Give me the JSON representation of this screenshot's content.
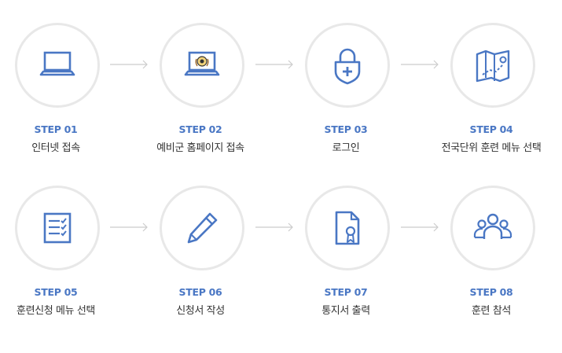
{
  "accent_color": "#4a77c4",
  "steps": [
    {
      "num": "STEP 01",
      "label": "인터넷 접속",
      "icon": "laptop-icon"
    },
    {
      "num": "STEP 02",
      "label": "예비군 홈페이지 접속",
      "icon": "laptop-emblem-icon"
    },
    {
      "num": "STEP 03",
      "label": "로그인",
      "icon": "padlock-shield-icon"
    },
    {
      "num": "STEP 04",
      "label": "전국단위 훈련 메뉴 선택",
      "icon": "map-icon"
    },
    {
      "num": "STEP 05",
      "label": "훈련신청 메뉴 선택",
      "icon": "checklist-icon"
    },
    {
      "num": "STEP 06",
      "label": "신청서 작성",
      "icon": "pencil-icon"
    },
    {
      "num": "STEP 07",
      "label": "통지서 출력",
      "icon": "certificate-icon"
    },
    {
      "num": "STEP 08",
      "label": "훈련 참석",
      "icon": "group-icon"
    }
  ]
}
